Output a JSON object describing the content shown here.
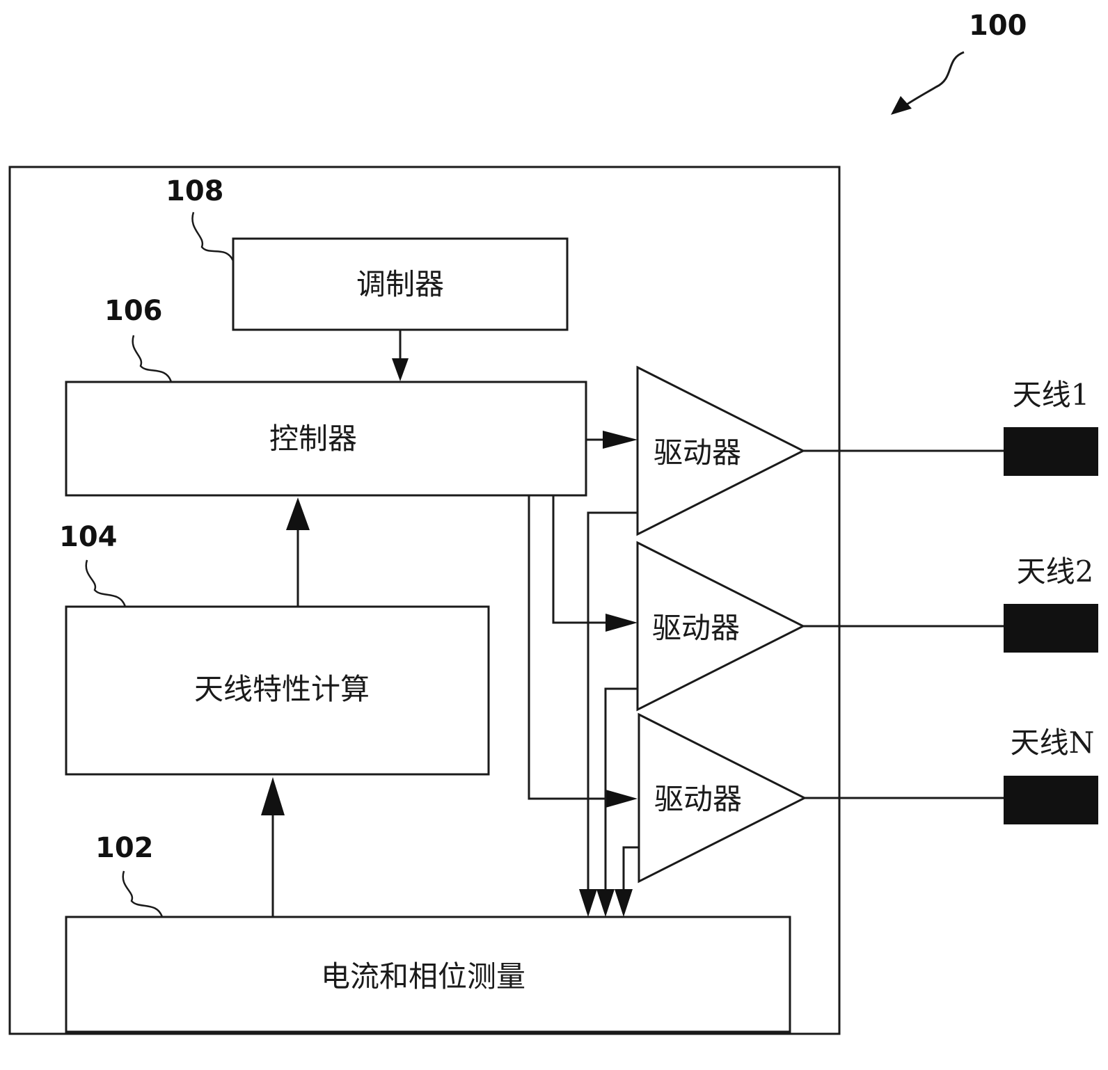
{
  "figure_ref": "100",
  "blocks": {
    "modulator": {
      "ref": "108",
      "label": "调制器"
    },
    "controller": {
      "ref": "106",
      "label": "控制器"
    },
    "antenna_calc": {
      "ref": "104",
      "label": "天线特性计算"
    },
    "measurement": {
      "ref": "102",
      "label": "电流和相位测量"
    }
  },
  "drivers": [
    {
      "label": "驱动器"
    },
    {
      "label": "驱动器"
    },
    {
      "label": "驱动器"
    }
  ],
  "antennas": [
    {
      "label": "天线1"
    },
    {
      "label": "天线2"
    },
    {
      "label": "天线N"
    }
  ]
}
